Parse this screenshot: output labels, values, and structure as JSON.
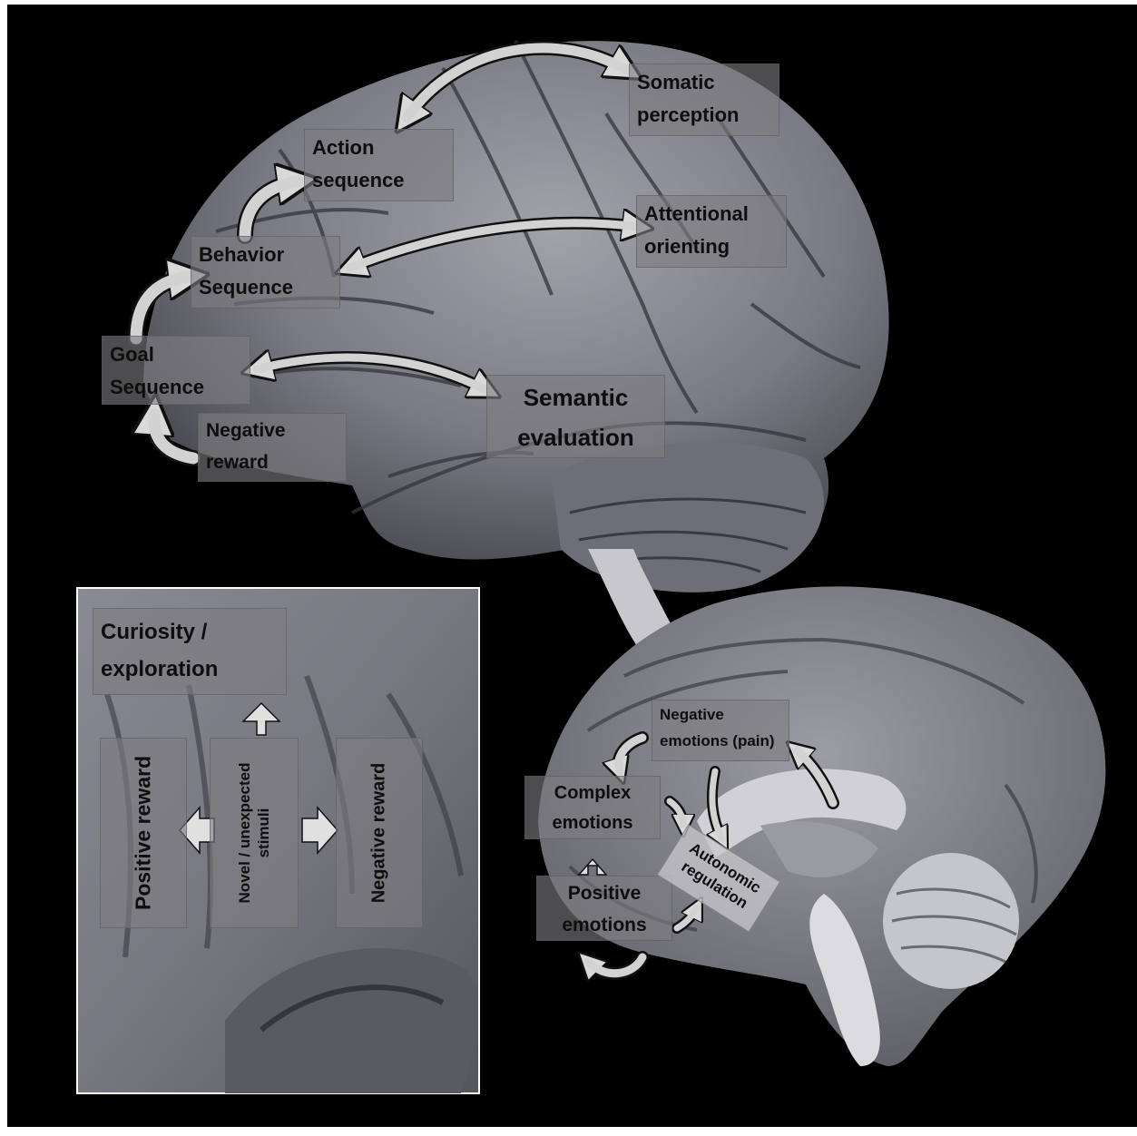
{
  "lateral": {
    "somatic": [
      "Somatic",
      "perception"
    ],
    "action": [
      "Action",
      "sequence"
    ],
    "attentional": [
      "Attentional",
      "orienting"
    ],
    "behavior": [
      "Behavior",
      "Sequence"
    ],
    "goal": [
      "Goal",
      "Sequence"
    ],
    "negative_reward": [
      "Negative",
      "reward"
    ],
    "semantic": [
      "Semantic",
      "evaluation"
    ]
  },
  "inset": {
    "curiosity": [
      "Curiosity /",
      "exploration"
    ],
    "positive_reward": "Positive reward",
    "novel": [
      "Novel / unexpected",
      "stimuli"
    ],
    "negative_reward": "Negative reward"
  },
  "medial": {
    "negative_emotions": [
      "Negative",
      "emotions (pain)"
    ],
    "complex": [
      "Complex",
      "emotions"
    ],
    "positive": [
      "Positive",
      "emotions"
    ],
    "autonomic": [
      "Autonomic",
      "regulation"
    ]
  },
  "colors": {
    "background": "#000000",
    "brain": "#7d7d86",
    "arrow": "#d2d2d2",
    "label_box": "#7d7d80"
  }
}
